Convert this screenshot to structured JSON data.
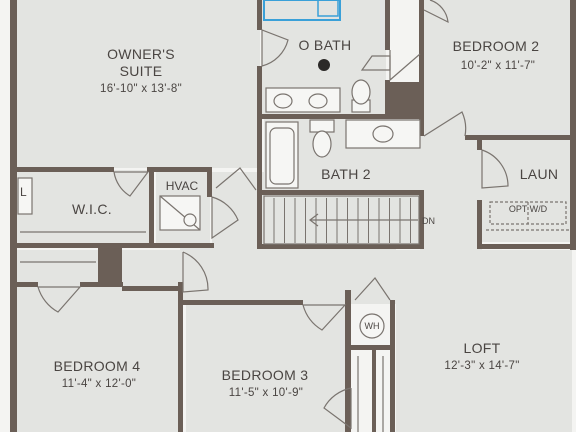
{
  "plan": {
    "colors": {
      "wall": "#6b5f57",
      "room_fill": "#e3e4e1",
      "background": "#f4f4f2",
      "fixture_stroke": "#7a746f",
      "accent": "#3aa0d8"
    },
    "rooms": [
      {
        "id": "owners-suite",
        "name_lines": [
          "OWNER'S",
          "SUITE"
        ],
        "dimensions": "16'-10\" x 13'-8\""
      },
      {
        "id": "o-bath",
        "name": "O BATH"
      },
      {
        "id": "bedroom-2",
        "name": "BEDROOM 2",
        "dimensions": "10'-2\" x 11'-7\""
      },
      {
        "id": "bath-2",
        "name": "BATH 2"
      },
      {
        "id": "laun",
        "name": "LAUN"
      },
      {
        "id": "wic",
        "name": "W.I.C."
      },
      {
        "id": "hvac",
        "name": "HVAC"
      },
      {
        "id": "bedroom-4",
        "name": "BEDROOM 4",
        "dimensions": "11'-4\" x 12'-0\""
      },
      {
        "id": "bedroom-3",
        "name": "BEDROOM 3",
        "dimensions": "11'-5\" x 10'-9\""
      },
      {
        "id": "loft",
        "name": "LOFT",
        "dimensions": "12'-3\" x 14'-7\""
      }
    ],
    "labels": {
      "stair_direction": "DN",
      "water_heater": "WH",
      "washer_dryer": "OPT W/D",
      "closet_mark": "L"
    }
  }
}
